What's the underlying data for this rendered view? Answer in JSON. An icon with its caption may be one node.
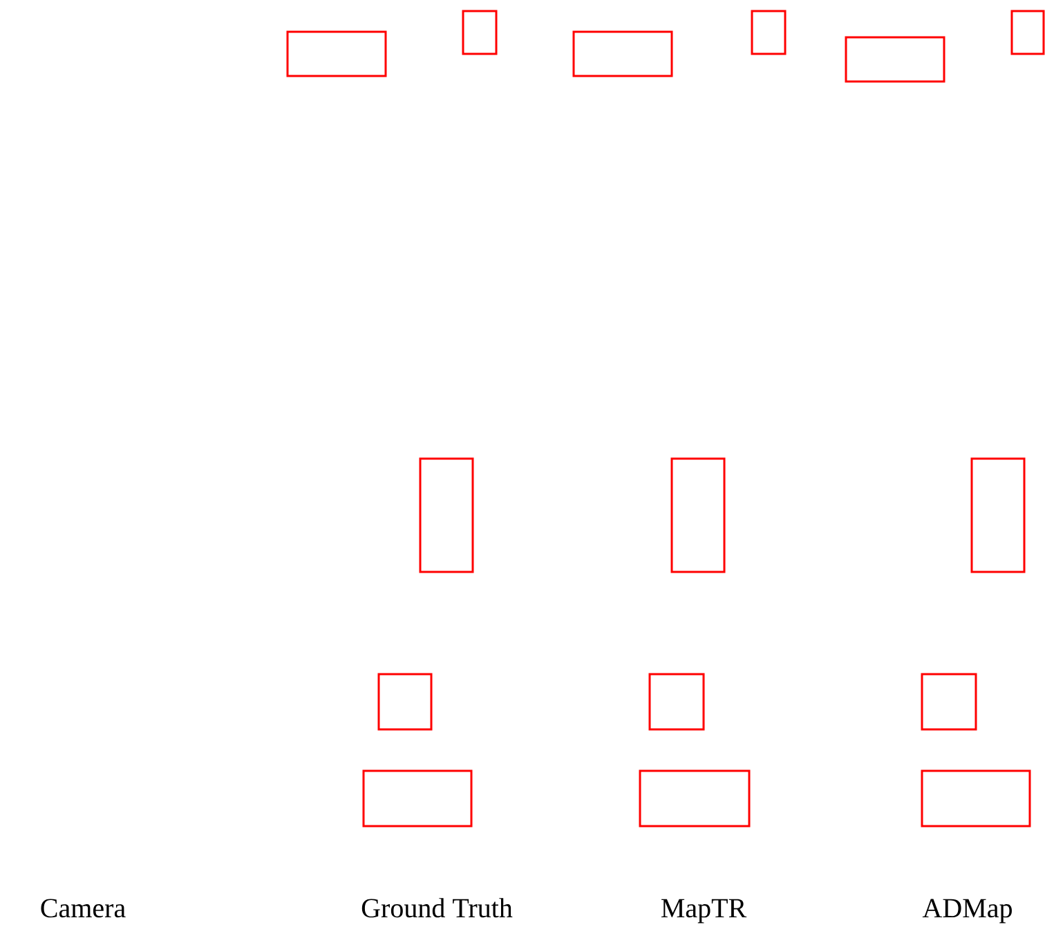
{
  "diagram": {
    "nodes": [
      {
        "text": [],
        "shape": "box"
      },
      {
        "text": [],
        "shape": "box"
      },
      {
        "text": [],
        "shape": "box"
      },
      {
        "text": [],
        "shape": "box"
      },
      {
        "text": [],
        "shape": "box"
      },
      {
        "text": [],
        "shape": "box"
      },
      {
        "text": [],
        "shape": "box"
      },
      {
        "text": [],
        "shape": "box"
      },
      {
        "text": [],
        "shape": "box"
      },
      {
        "text": [],
        "shape": "box"
      },
      {
        "text": [],
        "shape": "box"
      },
      {
        "text": [],
        "shape": "box"
      },
      {
        "text": [],
        "shape": "box"
      },
      {
        "text": [],
        "shape": "box"
      },
      {
        "text": [],
        "shape": "box"
      }
    ],
    "labels": [
      "Camera",
      "Ground Truth",
      "MapTR",
      "ADMap"
    ]
  }
}
